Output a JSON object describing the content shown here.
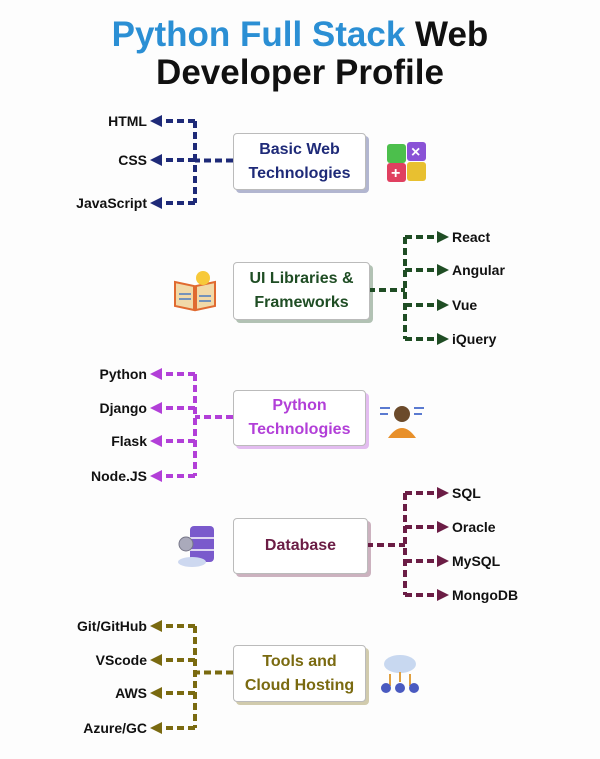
{
  "title": {
    "highlight": "Python Full Stack",
    "rest": " Web",
    "line2": "Developer Profile"
  },
  "sections": [
    {
      "label_line1": "Basic Web",
      "label_line2": "Technologies",
      "color": "#1e2a78",
      "side": "left",
      "icon": "calculator-blocks-icon",
      "items": [
        "HTML",
        "CSS",
        "JavaScript"
      ]
    },
    {
      "label_line1": "UI Libraries &",
      "label_line2": "Frameworks",
      "color": "#1f4d24",
      "side": "right",
      "icon": "book-lightbulb-icon",
      "items": [
        "React",
        "Angular",
        "Vue",
        "iQuery"
      ]
    },
    {
      "label_line1": "Python",
      "label_line2": "Technologies",
      "color": "#b23fd8",
      "side": "left",
      "icon": "developer-avatar-icon",
      "items": [
        "Python",
        "Django",
        "Flask",
        "Node.JS"
      ]
    },
    {
      "label_line1": "Database",
      "label_line2": "",
      "color": "#6b1d45",
      "side": "right",
      "icon": "database-server-icon",
      "items": [
        "SQL",
        "Oracle",
        "MySQL",
        "MongoDB"
      ]
    },
    {
      "label_line1": "Tools and",
      "label_line2": "Cloud Hosting",
      "color": "#7a6a10",
      "side": "left",
      "icon": "cloud-network-icon",
      "items": [
        "Git/GitHub",
        "VScode",
        "AWS",
        "Azure/GC"
      ]
    }
  ]
}
